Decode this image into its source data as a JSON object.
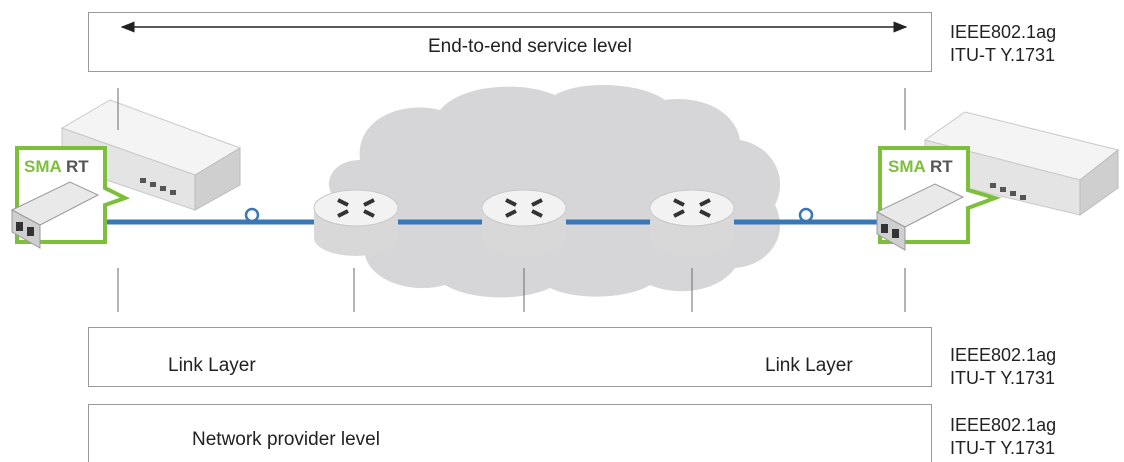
{
  "levels": {
    "end_to_end": {
      "label": "End-to-end service level"
    },
    "link_layer": {
      "label_left": "Link Layer",
      "label_right": "Link Layer"
    },
    "network_provider": {
      "label": "Network provider level"
    }
  },
  "standards": {
    "top": [
      "IEEE802.1ag",
      "ITU-T Y.1731"
    ],
    "middle": [
      "IEEE802.1ag",
      "ITU-T Y.1731"
    ],
    "bottom": [
      "IEEE802.1ag",
      "ITU-T Y.1731"
    ]
  },
  "devices": {
    "smart_sfp_left": {
      "logo_text": "SMART"
    },
    "smart_sfp_right": {
      "logo_text": "SMART"
    }
  },
  "colors": {
    "link_line": "#3a78b5",
    "smart_green": "#7dbf3a",
    "box_border": "#9a9a9a",
    "cloud": "#d6d6d8"
  }
}
